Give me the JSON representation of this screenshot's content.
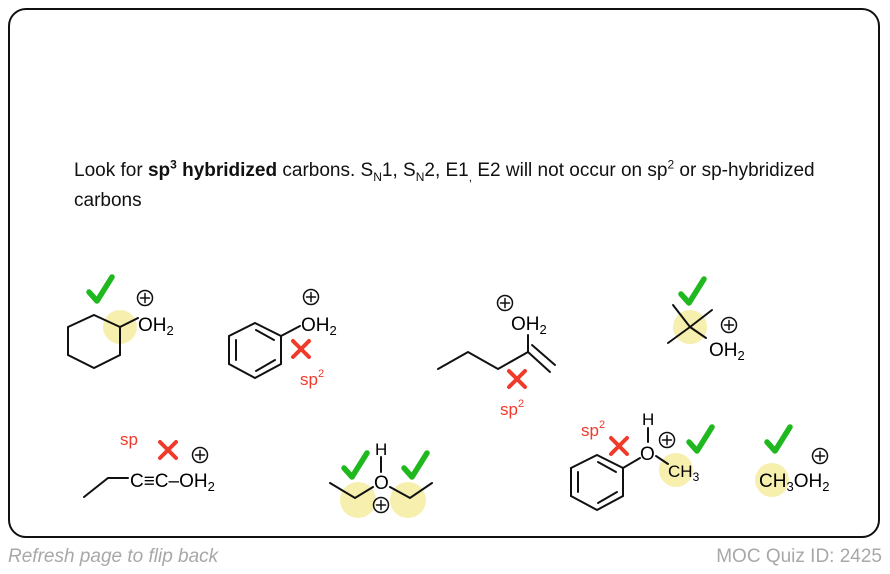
{
  "explanation": {
    "lead": "Look for ",
    "bold_sp": "sp",
    "bold_sup": "3",
    "bold_rest": " hybridized",
    "after_bold": " carbons.  S",
    "sn": "N",
    "sn1_tail": "1, S",
    "sn2_tail": "2, E1",
    "comma": ",",
    "rest1": " E2 will not occur on sp",
    "sup2": "2",
    "rest2": " or sp-hybridized carbons"
  },
  "molecules": {
    "oh2": "OH",
    "sub2": "2",
    "plus": "+",
    "sp2_label": "sp",
    "sp2_sup": "2",
    "sp_label": "sp",
    "alkyne_text": "C≡C–OH",
    "h": "H",
    "o": "O",
    "ch3": "CH",
    "ch3_sub": "3",
    "methyl_oh2": "CH"
  },
  "colors": {
    "check": "#1fb81f",
    "cross": "#f03a2a",
    "highlight": "#f5eca0"
  },
  "footer": {
    "left": "Refresh page to flip back",
    "right": "MOC Quiz ID: 2425"
  }
}
